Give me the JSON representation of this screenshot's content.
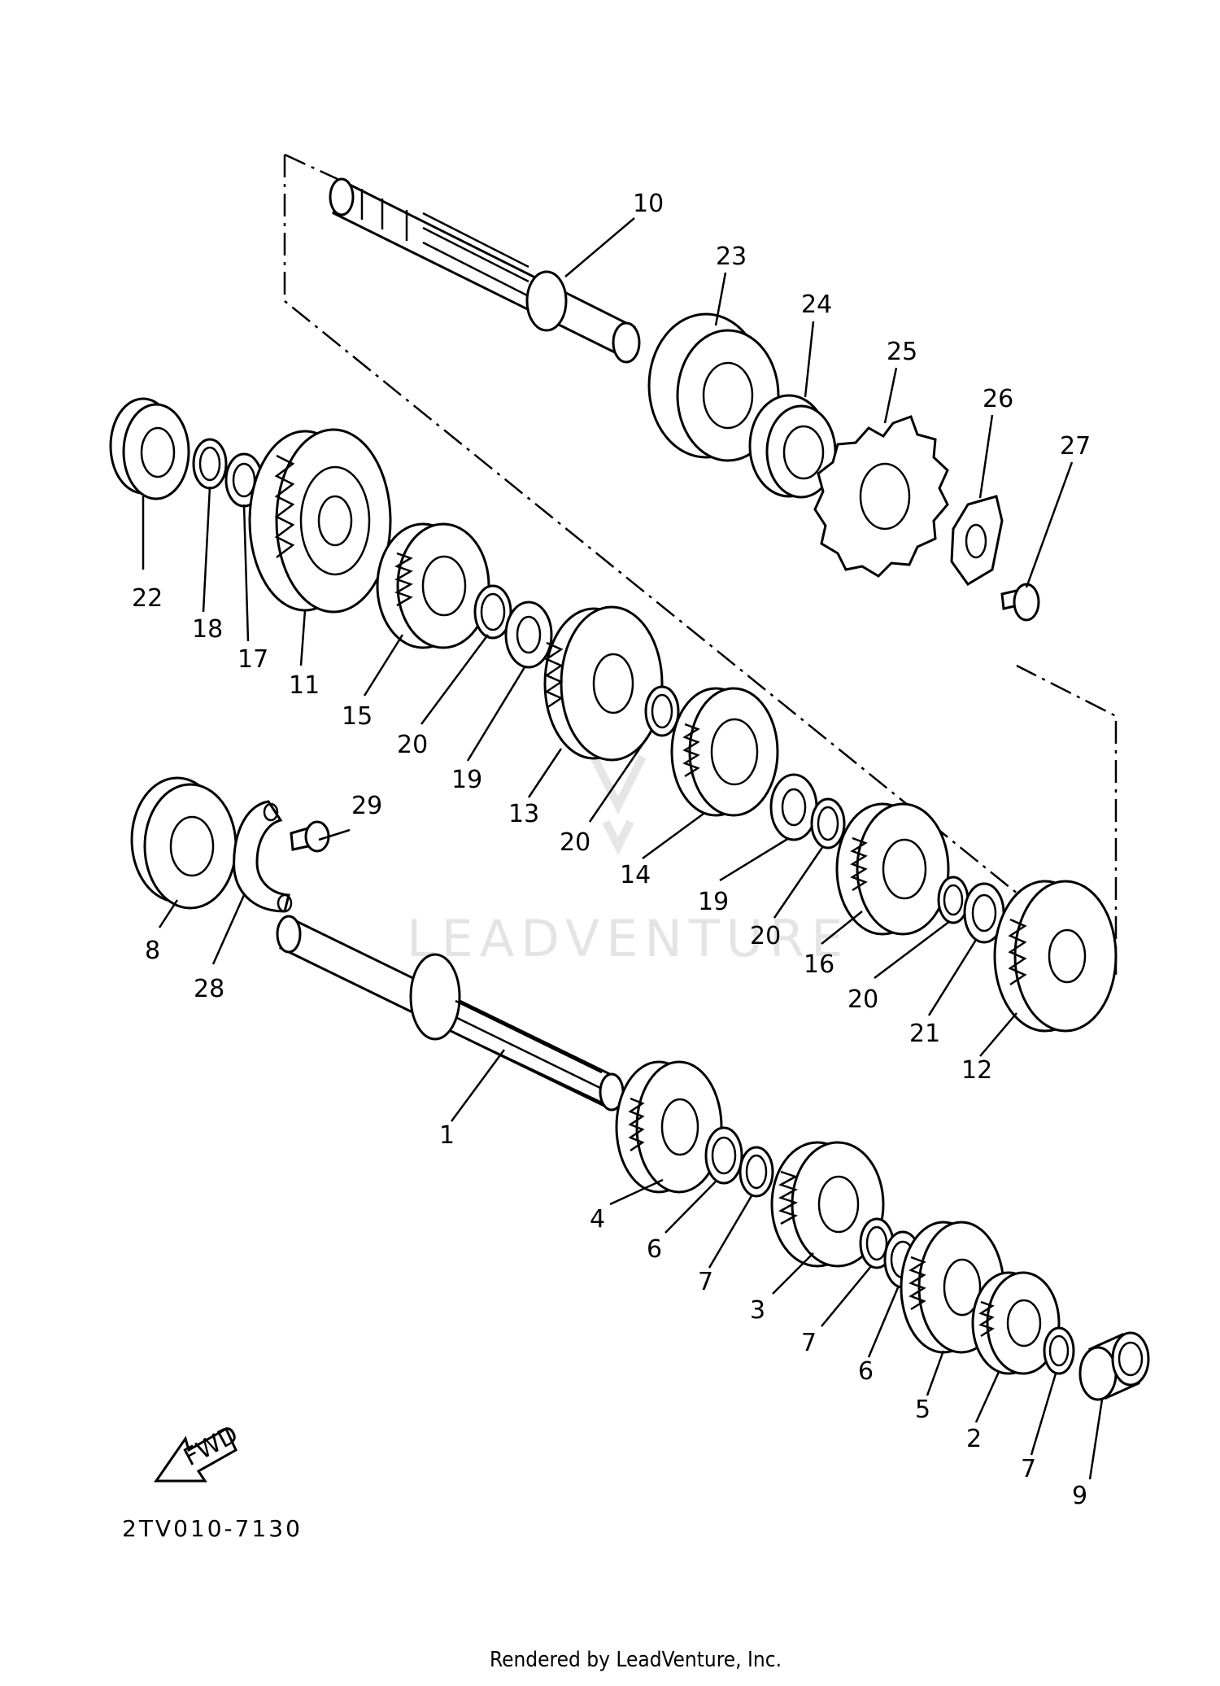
{
  "diagram": {
    "part_numbers": [
      "10",
      "23",
      "24",
      "25",
      "26",
      "27",
      "22",
      "18",
      "17",
      "11",
      "15",
      "20",
      "19",
      "13",
      "20",
      "14",
      "19",
      "20",
      "16",
      "20",
      "21",
      "12",
      "29",
      "8",
      "28",
      "1",
      "4",
      "6",
      "7",
      "3",
      "7",
      "6",
      "5",
      "2",
      "7",
      "9"
    ],
    "fwd_label": "FWD",
    "diagram_code": "2TV010-7130",
    "watermark": "LEADVENTURE",
    "credit": "Rendered by LeadVenture, Inc."
  }
}
